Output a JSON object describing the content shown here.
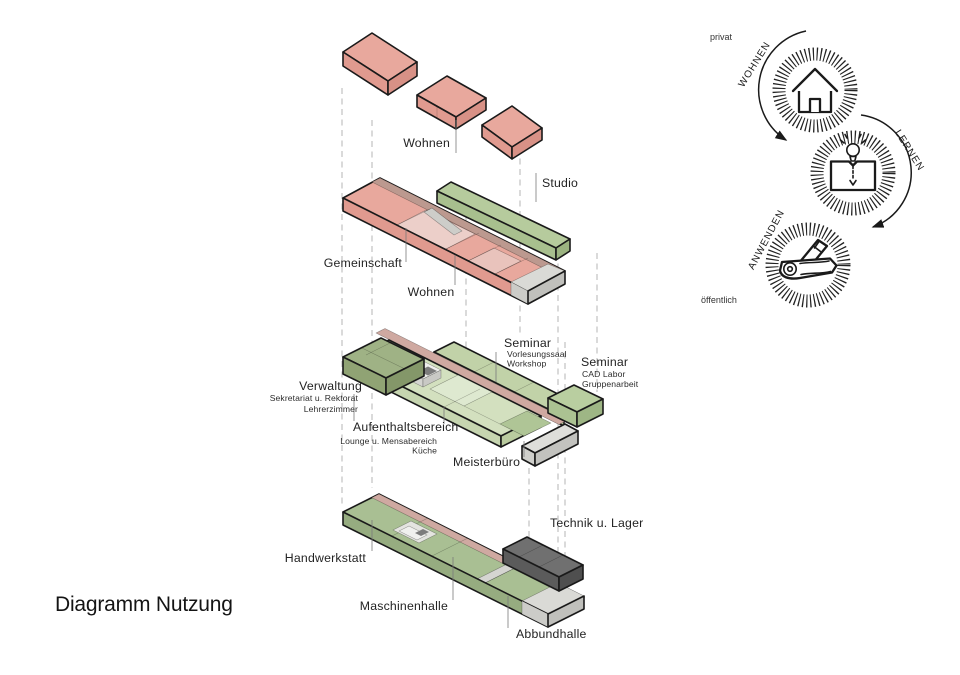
{
  "title": "Diagramm Nutzung",
  "labels": {
    "wohnen_top": "Wohnen",
    "studio": "Studio",
    "gemeinschaft": "Gemeinschaft",
    "wohnen_mid": "Wohnen",
    "verwaltung": "Verwaltung",
    "verwaltung_sub1": "Sekretariat u. Rektorat",
    "verwaltung_sub2": "Lehrerzimmer",
    "seminar1": "Seminar",
    "seminar1_sub1": "Vorlesungssaal",
    "seminar1_sub2": "Workshop",
    "seminar2": "Seminar",
    "seminar2_sub1": "CAD Labor",
    "seminar2_sub2": "Gruppenarbeit",
    "aufenthaltsbereich": "Aufenthaltsbereich",
    "aufenthalt_sub1": "Lounge u. Mensabereich",
    "aufenthalt_sub2": "Küche",
    "meisterbuero": "Meisterbüro",
    "technik": "Technik u. Lager",
    "handwerkstatt": "Handwerkstatt",
    "maschinenhalle": "Maschinenhalle",
    "abbundhalle": "Abbundhalle"
  },
  "legend": {
    "privat": "privat",
    "oeffentlich": "öffentlich",
    "wohnen": "WOHNEN",
    "lernen": "LERNEN",
    "anwenden": "ANWENDEN"
  },
  "icons": {
    "wohnen": "house-icon",
    "lernen": "book-lightbulb-icon",
    "anwenden": "wood-plane-icon"
  },
  "colors": {
    "residential_pink": "#E8A89D",
    "residential_pink_light": "#ECCFC9",
    "circulation_strip": "#CFA9A1",
    "back_strip": "#BC998F",
    "education_green_light": "#D3E0BF",
    "education_green_mid": "#B9CEA0",
    "studio_green": "#B6CB9D",
    "admin_green_dark": "#9FB285",
    "workshop_green": "#A9BF93",
    "service_grey_dark": "#707070",
    "neutral_grey": "#DADAD6",
    "outline": "#1A1A1A"
  }
}
